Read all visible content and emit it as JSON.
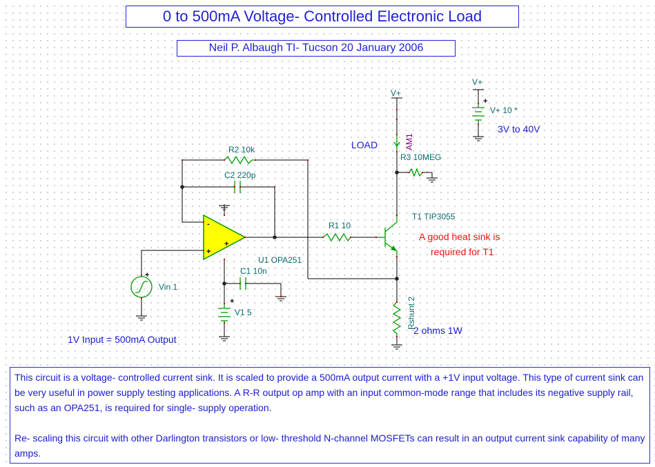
{
  "title": "0 to 500mA Voltage- Controlled Electronic Load",
  "subtitle": "Neil P. Albaugh  TI- Tucson  20 January 2006",
  "components": {
    "r2": "R2 10k",
    "c2": "C2 220p",
    "u1": "U1 OPA251",
    "c1": "C1 10n",
    "r1": "R1 10",
    "t1": "T1 TIP3055",
    "r3": "R3 10MEG",
    "am1": "AM1",
    "rshunt": "Rshunt 2",
    "vin": "Vin 1",
    "v1": "V1 5",
    "vplus_src": "V+ 10 *"
  },
  "nets": {
    "vplus_top": "V+",
    "vplus_right": "V+"
  },
  "annotations": {
    "load": "LOAD",
    "range": "3V to 40V",
    "heatsink_line1": "A good heat sink is",
    "heatsink_line2": "required for T1",
    "shunt_value": "2 ohms 1W",
    "io_ratio": "1V Input = 500mA Output"
  },
  "symbols": {
    "minus": "-",
    "plus": "+"
  },
  "description": {
    "paragraph1": "This circuit is a voltage- controlled current sink. It is scaled to provide a 500mA output current with a +1V input voltage. This type of current sink can be very useful in power supply testing applications. A R-R output op amp with an input common-mode range that includes its negative supply rail, such as an OPA251, is required for single- supply operation.",
    "paragraph2": "Re- scaling this circuit with other Darlington transistors or low- threshold N-channel MOSFETs can result in an output current sink capability of many amps."
  },
  "colors": {
    "accent": "#1f1fd6",
    "wire": "#000000",
    "component": "#009900",
    "opamp_fill": "#ffff00",
    "warning": "#ee1111",
    "label": "#0a6b6b"
  }
}
